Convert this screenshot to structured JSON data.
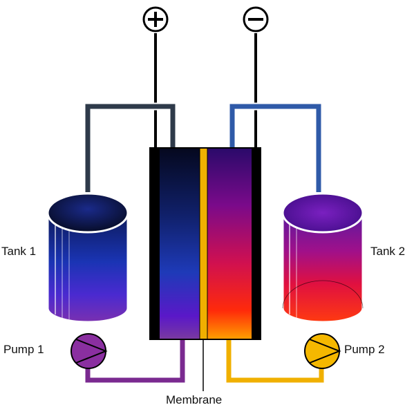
{
  "labels": {
    "positive_terminal": "+",
    "negative_terminal": "−",
    "tank1": "Tank 1",
    "tank2": "Tank 2",
    "pump1": "Pump 1",
    "pump2": "Pump 2",
    "membrane": "Membrane"
  },
  "colors": {
    "pipe_left_top": "#2e3a4a",
    "pipe_right_top": "#2f5aa8",
    "pipe_left_bottom": "#7a2a90",
    "pipe_right_bottom": "#f0b000",
    "membrane": "#f0b000",
    "electrode": "#000000",
    "pump1": "#8a2fa0",
    "pump2": "#f5b800"
  },
  "icons": {
    "positive_terminal": "plus-in-circle-icon",
    "negative_terminal": "minus-in-circle-icon",
    "pump1": "pump-icon",
    "pump2": "pump-icon"
  }
}
